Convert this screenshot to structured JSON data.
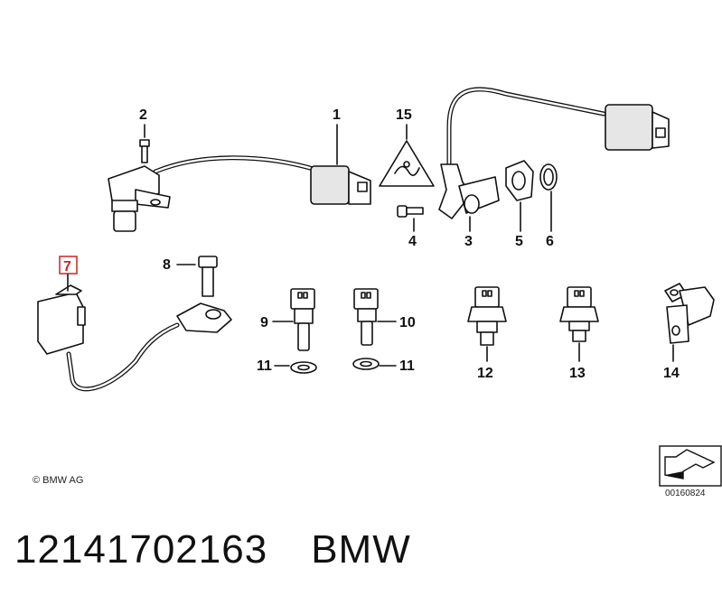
{
  "callouts": {
    "c1": "1",
    "c2": "2",
    "c3": "3",
    "c4": "4",
    "c5": "5",
    "c6": "6",
    "c7": "7",
    "c8": "8",
    "c9": "9",
    "c10": "10",
    "c11a": "11",
    "c11b": "11",
    "c12": "12",
    "c13": "13",
    "c14": "14",
    "c15": "15"
  },
  "highlight_color": "#cc2222",
  "copyright": "© BMW AG",
  "diagram_ref": "00160824",
  "footer": {
    "part_number": "12141702163",
    "brand": "BMW"
  }
}
